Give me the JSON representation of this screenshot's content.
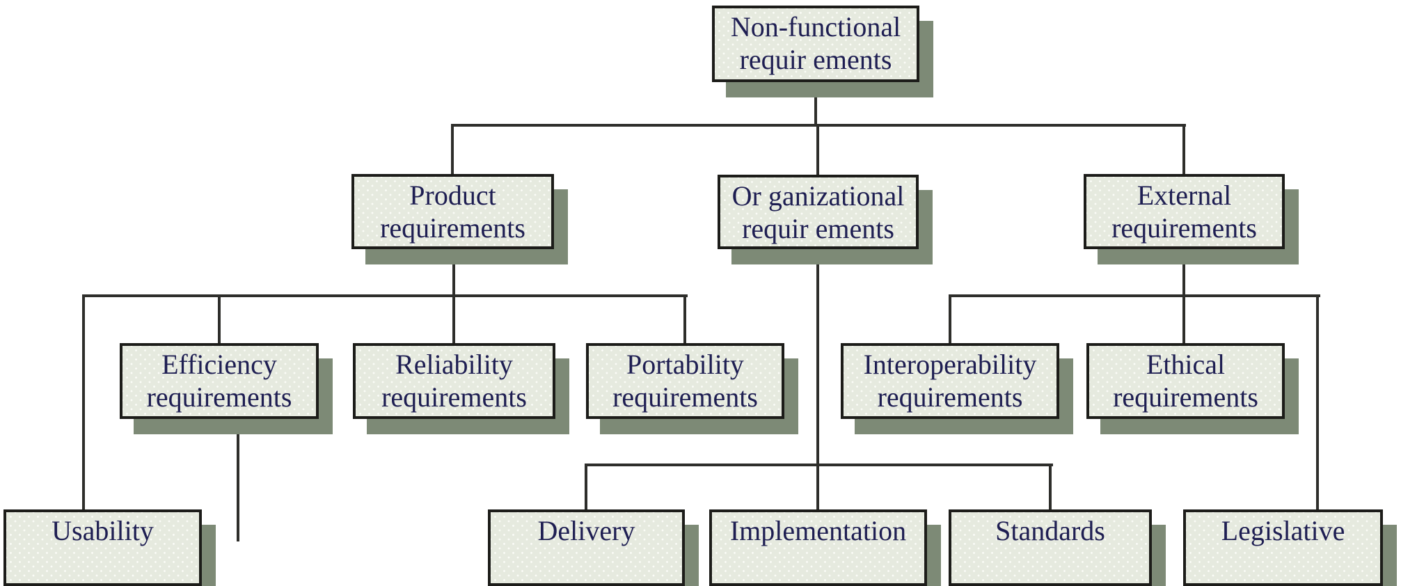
{
  "figure": {
    "type": "tree-diagram",
    "description": "Classification tree of non-functional requirement types; bottom row of boxes and one branch under Efficiency are cut off at the lower edge of the image."
  },
  "colors": {
    "background": "#ffffff",
    "box_fill": "#e6eadf",
    "box_pattern_dot": "#fbfcf7",
    "box_border": "#1c1c19",
    "box_shadow": "#7d8a76",
    "connector": "#2e2e2b",
    "text": "#1e1e52"
  },
  "nodes": {
    "non_functional": {
      "line1": "Non-functional",
      "line2": "requir ements"
    },
    "product": {
      "line1": "Product",
      "line2": "requirements"
    },
    "organizational": {
      "line1": "Or ganizational",
      "line2": "requir ements"
    },
    "external": {
      "line1": "External",
      "line2": "requirements"
    },
    "efficiency": {
      "line1": "Efficiency",
      "line2": "requirements"
    },
    "reliability": {
      "line1": "Reliability",
      "line2": "requirements"
    },
    "portability": {
      "line1": "Portability",
      "line2": "requirements"
    },
    "interoperability": {
      "line1": "Interoperability",
      "line2": "requirements"
    },
    "ethical": {
      "line1": "Ethical",
      "line2": "requirements"
    },
    "usability": {
      "line1": "Usability"
    },
    "delivery": {
      "line1": "Delivery"
    },
    "implementation": {
      "line1": "Implementation"
    },
    "standards": {
      "line1": "Standards"
    },
    "legislative": {
      "line1": "Legislative"
    }
  },
  "edges": [
    [
      "non_functional",
      "product"
    ],
    [
      "non_functional",
      "organizational"
    ],
    [
      "non_functional",
      "external"
    ],
    [
      "product",
      "usability"
    ],
    [
      "product",
      "efficiency"
    ],
    [
      "product",
      "reliability"
    ],
    [
      "product",
      "portability"
    ],
    [
      "organizational",
      "delivery"
    ],
    [
      "organizational",
      "implementation"
    ],
    [
      "organizational",
      "standards"
    ],
    [
      "external",
      "interoperability"
    ],
    [
      "external",
      "ethical"
    ],
    [
      "external",
      "legislative"
    ]
  ],
  "truncated": {
    "bottom_row_second_line_hidden": [
      "usability",
      "delivery",
      "implementation",
      "standards",
      "legislative"
    ],
    "efficiency_child_connector": "vertical line continues below image bottom edge"
  }
}
